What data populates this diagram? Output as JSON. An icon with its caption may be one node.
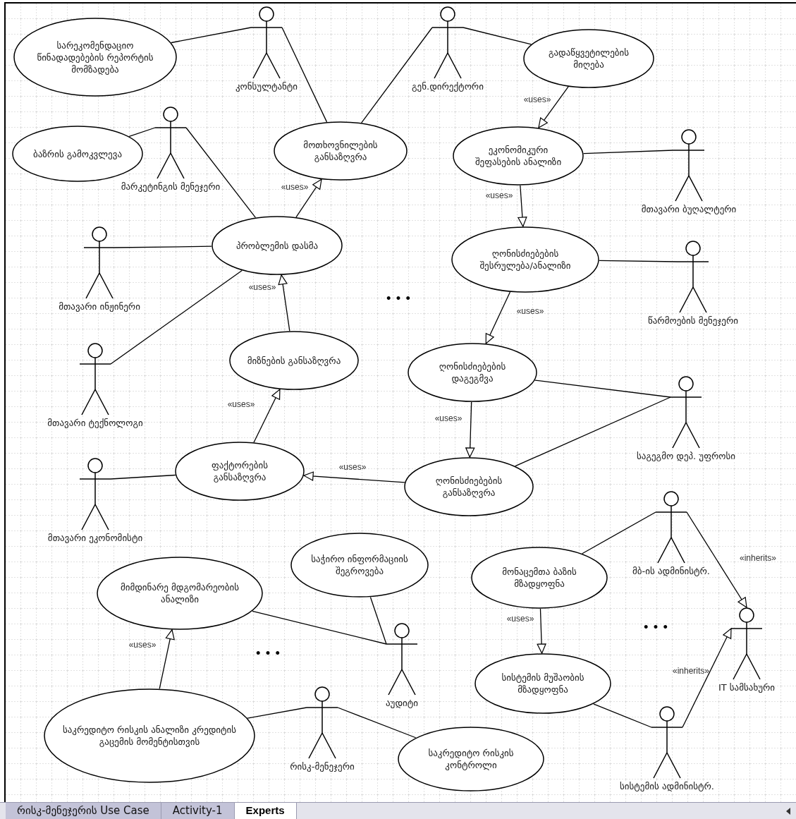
{
  "diagram": {
    "nodes": [
      {
        "text": [
          "სარეკომენდაციო წინადადებების რეპორტის მომზადება"
        ]
      },
      {
        "text": [
          "კონსულტანტი"
        ]
      },
      {
        "text": [
          "გენ.დირექტორი"
        ]
      },
      {
        "text": [
          "გადაწყვეტილების მიღება"
        ]
      },
      {
        "text": [
          "ბაზრის გამოკვლევა"
        ]
      },
      {
        "text": [
          "მარკეტინგის მენეჯერი"
        ]
      },
      {
        "text": [
          "მოთხოვნილების განსაზღვრა"
        ]
      },
      {
        "text": [
          "ეკონომიკური შეფასების ანალიზი"
        ]
      },
      {
        "text": [
          "მთავარი ბუღალტერი"
        ]
      },
      {
        "text": [
          "მთავარი ინჟინერი"
        ]
      },
      {
        "text": [
          "პრობლემის დასმა"
        ]
      },
      {
        "text": [
          "ღონისძიებების შესრულება/ანალიზი"
        ]
      },
      {
        "text": [
          "წარმოების მენეჯერი"
        ]
      },
      {
        "text": [
          "მთავარი ტექნოლოგი"
        ]
      },
      {
        "text": [
          "მიზნების განსაზღვრა"
        ]
      },
      {
        "text": [
          "ღონისძიებების დაგეგმვა"
        ]
      },
      {
        "text": [
          "საგეგმო დეპ. უფროსი"
        ]
      },
      {
        "text": [
          "მთავარი ეკონომისტი"
        ]
      },
      {
        "text": [
          "ფაქტორების განსაზღვრა"
        ]
      },
      {
        "text": [
          "ღონისძიებების განსაზღვრა"
        ]
      },
      {
        "text": [
          "მბ-ის ადმინისტრ."
        ]
      },
      {
        "text": [
          "მიმდინარე მდგომარეობის ანალიზი"
        ]
      },
      {
        "text": [
          "საჭირო ინფორმაციის შეგროვება"
        ]
      },
      {
        "text": [
          "მონაცემთა ბაზის მზადყოფნა"
        ]
      },
      {
        "text": [
          "IT სამსახური"
        ]
      },
      {
        "text": [
          "აუდიტი"
        ]
      },
      {
        "text": [
          "სისტემის მუშაობის მზადყოფნა"
        ]
      },
      {
        "text": [
          "საკრედიტო რისკის ანალიზი კრედიტის გაცემის მომენტისთვის"
        ]
      },
      {
        "text": [
          "რისკ-მენეჯერი"
        ]
      },
      {
        "text": [
          "საკრედიტო რისკის კონტროლი"
        ]
      },
      {
        "text": [
          "სისტემის ადმინისტრ."
        ]
      }
    ],
    "edges": [
      {
        "from": 1,
        "to": 0,
        "arrow": "none"
      },
      {
        "from": 1,
        "to": 6,
        "arrow": "none"
      },
      {
        "from": 2,
        "to": 6,
        "arrow": "none"
      },
      {
        "from": 2,
        "to": 3,
        "arrow": "none"
      },
      {
        "from": 3,
        "to": 7,
        "arrow": "to",
        "label": "«uses»"
      },
      {
        "from": 5,
        "to": 4,
        "arrow": "none"
      },
      {
        "from": 5,
        "to": 10,
        "arrow": "none"
      },
      {
        "from": 10,
        "to": 6,
        "arrow": "to",
        "label": "«uses»"
      },
      {
        "from": 7,
        "to": 8,
        "arrow": "none"
      },
      {
        "from": 7,
        "to": 11,
        "arrow": "to",
        "label": "«uses»"
      },
      {
        "from": 9,
        "to": 10,
        "arrow": "none"
      },
      {
        "from": 13,
        "to": 10,
        "arrow": "none"
      },
      {
        "from": 11,
        "to": 12,
        "arrow": "none"
      },
      {
        "from": 14,
        "to": 10,
        "arrow": "to",
        "label": "«uses»"
      },
      {
        "from": 11,
        "to": 15,
        "arrow": "to",
        "label": "«uses»"
      },
      {
        "from": 15,
        "to": 16,
        "arrow": "none"
      },
      {
        "from": 15,
        "to": 19,
        "arrow": "to",
        "label": "«uses»"
      },
      {
        "from": 16,
        "to": 19,
        "arrow": "none"
      },
      {
        "from": 18,
        "to": 14,
        "arrow": "to",
        "label": "«uses»"
      },
      {
        "from": 17,
        "to": 18,
        "arrow": "none"
      },
      {
        "from": 19,
        "to": 18,
        "arrow": "to",
        "label": "«uses»"
      },
      {
        "from": 20,
        "to": 23,
        "arrow": "none"
      },
      {
        "from": 20,
        "to": 24,
        "arrow": "to",
        "label": "«inherits»"
      },
      {
        "from": 25,
        "to": 21,
        "arrow": "none"
      },
      {
        "from": 25,
        "to": 22,
        "arrow": "none"
      },
      {
        "from": 23,
        "to": 26,
        "arrow": "to",
        "label": "«uses»"
      },
      {
        "from": 27,
        "to": 21,
        "arrow": "to",
        "label": "«uses»"
      },
      {
        "from": 28,
        "to": 27,
        "arrow": "none"
      },
      {
        "from": 28,
        "to": 29,
        "arrow": "none"
      },
      {
        "from": 30,
        "to": 26,
        "arrow": "none"
      },
      {
        "from": 30,
        "to": 24,
        "arrow": "to",
        "label": "«inherits»"
      }
    ],
    "labels": [
      "• • •",
      "• • •",
      "• • •",
      "რისკ-მენეჯერის Use Case",
      "Activity-1",
      "Experts"
    ]
  }
}
